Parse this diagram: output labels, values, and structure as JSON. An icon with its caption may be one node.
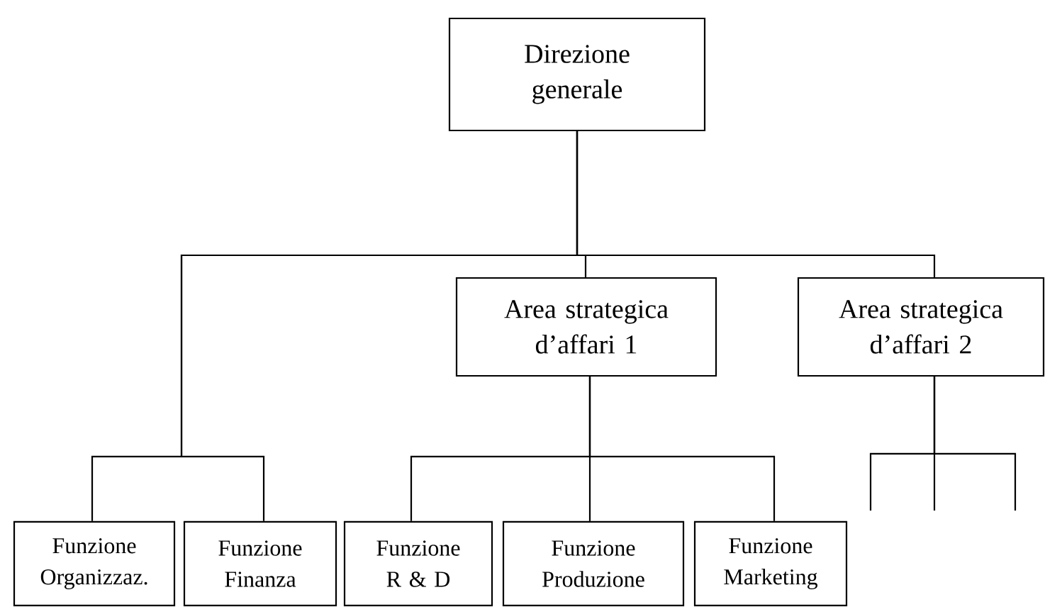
{
  "diagram": {
    "nodes": [
      {
        "text": [
          "Direzione generale"
        ]
      },
      {
        "text": [
          "Area strategica d’affari 1"
        ]
      },
      {
        "text": [
          "Area strategica d’affari 2"
        ]
      },
      {
        "text": [
          "Funzione Organizzaz."
        ]
      },
      {
        "text": [
          "Funzione Finanza"
        ]
      },
      {
        "text": [
          "Funzione R & D"
        ]
      },
      {
        "text": [
          "Funzione Produzione"
        ]
      },
      {
        "text": [
          "Funzione Marketing"
        ]
      }
    ],
    "edges": [
      {
        "from": 0,
        "to": 1,
        "arrow": "none"
      },
      {
        "from": 0,
        "to": 2,
        "arrow": "none"
      },
      {
        "from": 0,
        "to": 3,
        "arrow": "none"
      },
      {
        "from": 0,
        "to": 4,
        "arrow": "none"
      },
      {
        "from": 1,
        "to": 5,
        "arrow": "none"
      },
      {
        "from": 1,
        "to": 6,
        "arrow": "none"
      },
      {
        "from": 1,
        "to": 7,
        "arrow": "none"
      },
      {
        "from": 2,
        "to": null,
        "arrow": "none"
      },
      {
        "from": 2,
        "to": null,
        "arrow": "none"
      },
      {
        "from": 2,
        "to": null,
        "arrow": "none"
      }
    ]
  }
}
